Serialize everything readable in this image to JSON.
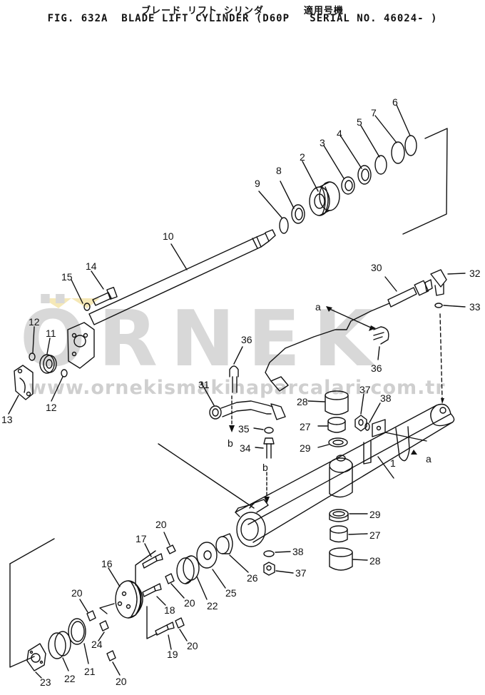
{
  "header": {
    "line1": "ブレード リフト シリンダ　　　　適用号機",
    "line2": "FIG. 632A  BLADE LIFT CYLINDER (D60P   SERIAL NO. 46024- )"
  },
  "watermark": {
    "brand": "ÖRNEK",
    "url": "www.ornekismakinaparcalari.com.tr"
  },
  "part_labels": {
    "p1": "1",
    "p2": "2",
    "p3": "3",
    "p4": "4",
    "p5": "5",
    "p6": "6",
    "p7": "7",
    "p8": "8",
    "p9": "9",
    "p10": "10",
    "p11": "11",
    "p12a": "12",
    "p12b": "12",
    "p13": "13",
    "p14": "14",
    "p15": "15",
    "p16": "16",
    "p17": "17",
    "p18": "18",
    "p19": "19",
    "p20a": "20",
    "p20b": "20",
    "p20c": "20",
    "p20d": "20",
    "p20e": "20",
    "p21": "21",
    "p22a": "22",
    "p22b": "22",
    "p23": "23",
    "p24": "24",
    "p25": "25",
    "p26": "26",
    "p27a": "27",
    "p27b": "27",
    "p28a": "28",
    "p28b": "28",
    "p29a": "29",
    "p29b": "29",
    "p30": "30",
    "p31": "31",
    "p32": "32",
    "p33": "33",
    "p34": "34",
    "p35": "35",
    "p36a": "36",
    "p36b": "36",
    "p37a": "37",
    "p37b": "37",
    "p38a": "38",
    "p38b": "38"
  },
  "refs": {
    "a1": "a",
    "a2": "a",
    "b1": "b",
    "b2": "b"
  },
  "colors": {
    "line": "#111111",
    "watermark_gray": "#c9c9c9",
    "watermark_yellow": "#f3e3a6"
  }
}
